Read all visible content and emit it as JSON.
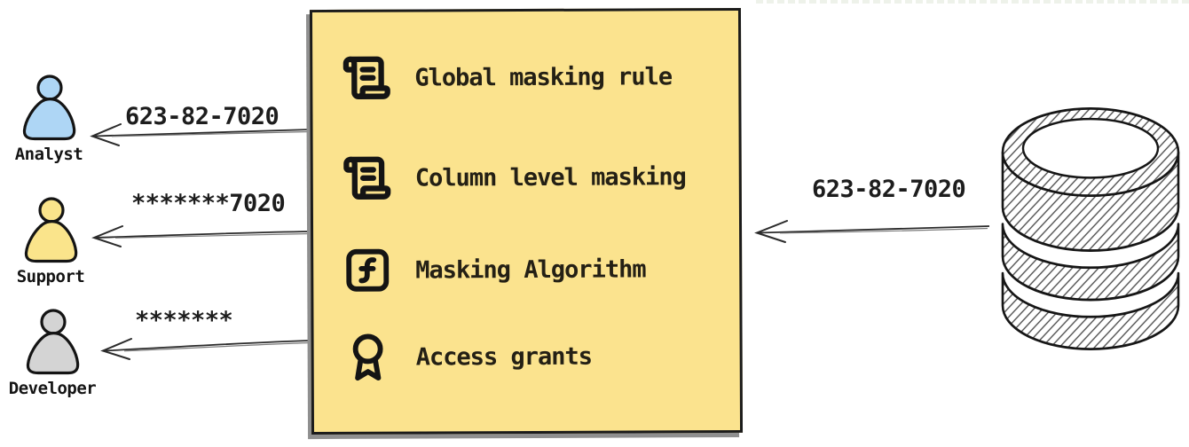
{
  "box": {
    "background": "#fbe38e",
    "items": [
      {
        "icon": "scroll-text-icon",
        "label": "Global masking rule"
      },
      {
        "icon": "scroll-text-icon",
        "label": "Column level masking"
      },
      {
        "icon": "function-square-icon",
        "label": "Masking Algorithm"
      },
      {
        "icon": "award-icon",
        "label": "Access grants"
      }
    ]
  },
  "consumers": [
    {
      "role": "Analyst",
      "received_value": "623-82-7020",
      "color": "#aed6f5"
    },
    {
      "role": "Support",
      "received_value": "*******7020",
      "color": "#fae48b"
    },
    {
      "role": "Developer",
      "received_value": "*******",
      "color": "#d4d4d4"
    }
  ],
  "database": {
    "outbound_value": "623-82-7020"
  },
  "colors": {
    "outline": "#141414",
    "shadow": "#8f8f8f"
  }
}
